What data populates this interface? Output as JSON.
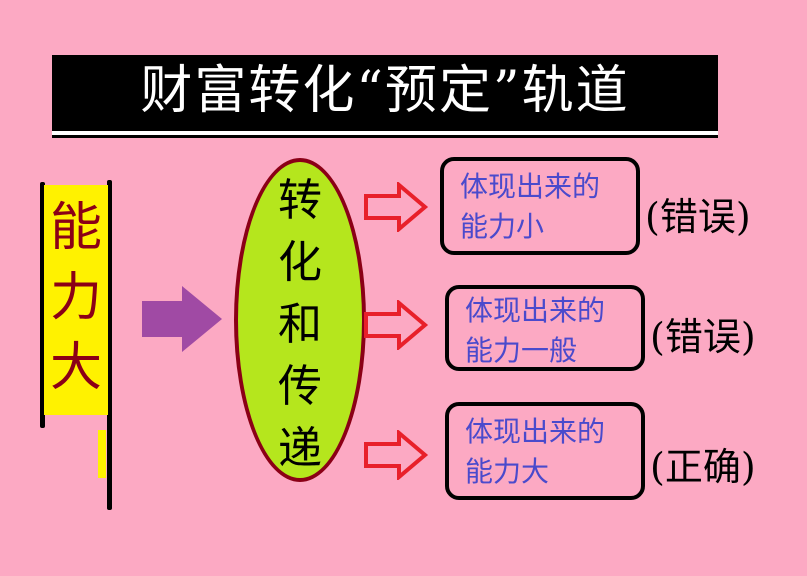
{
  "title": "财富转化“预定”轨道",
  "source": {
    "label": "能力大",
    "chars": [
      "能",
      "力",
      "大"
    ]
  },
  "process": {
    "label": "转化和传递",
    "chars": [
      "转",
      "化",
      "和",
      "传",
      "递"
    ]
  },
  "outcomes": [
    {
      "line1": "体现出来的",
      "line2": "能力小",
      "verdict": "(错误)"
    },
    {
      "line1": "体现出来的",
      "line2": "能力一般",
      "verdict": "(错误)"
    },
    {
      "line1": "体现出来的",
      "line2": "能力大",
      "verdict": "(正确)"
    }
  ],
  "colors": {
    "background": "#fca9c3",
    "highlight": "#fff200",
    "ellipse": "#b5e61d",
    "arrow_main": "#a04aa4",
    "arrow_outline": "#e8202a",
    "box_text": "#4a4acc"
  }
}
